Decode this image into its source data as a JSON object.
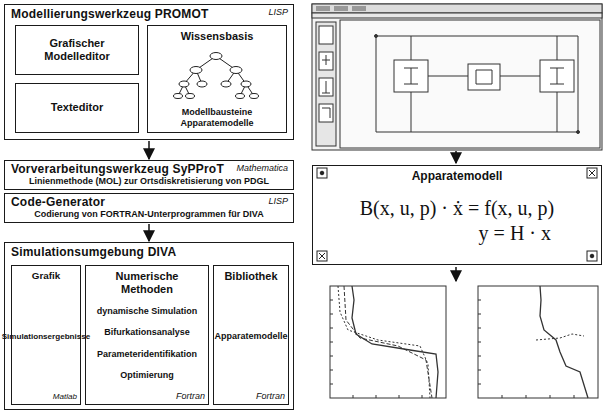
{
  "diagram": {
    "nodes": [
      {
        "text": [
          "Modellierungswerkzeug PROMOT",
          "LISP"
        ]
      },
      {
        "text": [
          "Grafischer Modelleditor"
        ],
        "in": 0
      },
      {
        "text": [
          "Texteditor"
        ],
        "in": 0
      },
      {
        "text": [
          "Wissensbasis",
          "Modellbausteine Apparatemodelle"
        ],
        "in": 0
      },
      {
        "text": [
          "Vorverarbeitungswerkzeug SyPProT",
          "Mathematica",
          "Linienmethode (MOL) zur Ortsdiskretisierung von PDGL"
        ]
      },
      {
        "text": [
          "Code-Generator",
          "LISP",
          "Codierung von FORTRAN-Unterprogrammen für DIVA"
        ]
      },
      {
        "text": [
          "Simulationsumgebung DIVA"
        ]
      },
      {
        "text": [
          "Grafik",
          "Simulationsergebnisse",
          "Matlab"
        ],
        "in": 6
      },
      {
        "text": [
          "Numerische Methoden",
          "dynamische Simulation",
          "Bifurkationsanalyse",
          "Parameteridentifikation",
          "Optimierung",
          "Fortran"
        ],
        "in": 6
      },
      {
        "text": [
          "Bibliothek",
          "Apparatemodelle",
          "Fortran"
        ],
        "in": 6
      },
      {
        "text": [
          "Apparatemodell",
          "B(x, u, p) · ẋ = f(x, u, p)",
          "y = H · x"
        ]
      }
    ],
    "edges": [
      {
        "from": 0,
        "to": 4,
        "arrow": "to"
      },
      {
        "from": 5,
        "to": 6,
        "arrow": "to"
      }
    ]
  }
}
